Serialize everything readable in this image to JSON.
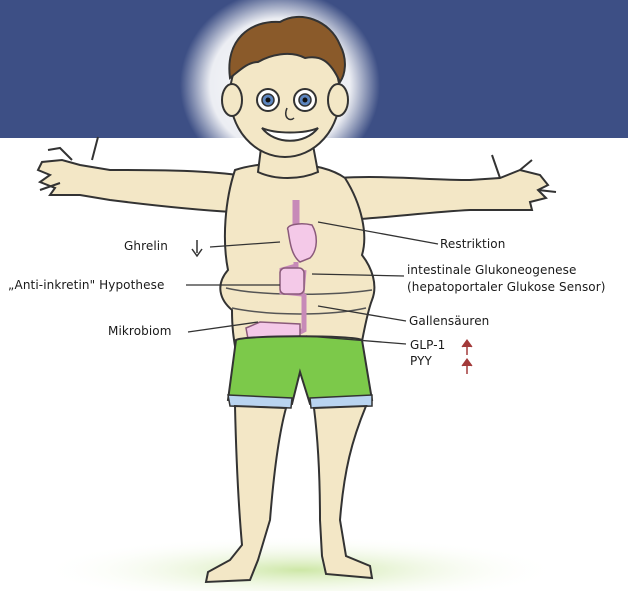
{
  "colors": {
    "banner": "#3d4f85",
    "skin": "#f3e7c6",
    "skin_outline": "#333333",
    "hair": "#8a5a2a",
    "shorts": "#7cc94a",
    "shorts_band": "#b9d4f0",
    "gut_organ": "#f4c9e8",
    "grass": "#cfe8a8",
    "arrow": "#a33a3a"
  },
  "labels": {
    "ghrelin": "Ghrelin",
    "restriktion": "Restriktion",
    "anti_inkretin": "„Anti-inkretin\" Hypothese",
    "glukoneogenese_1": "intestinale Glukoneogenese",
    "glukoneogenese_2": "(hepatoportaler Glukose Sensor)",
    "gallensaeuren": "Gallensäuren",
    "mikrobiom": "Mikrobiom",
    "glp1": "GLP-1",
    "pyy": "PYY"
  },
  "icons": {
    "ghrelin_arrow": "arrow-down-icon",
    "glp1_arrow": "arrow-up-icon",
    "pyy_arrow": "arrow-up-icon"
  }
}
